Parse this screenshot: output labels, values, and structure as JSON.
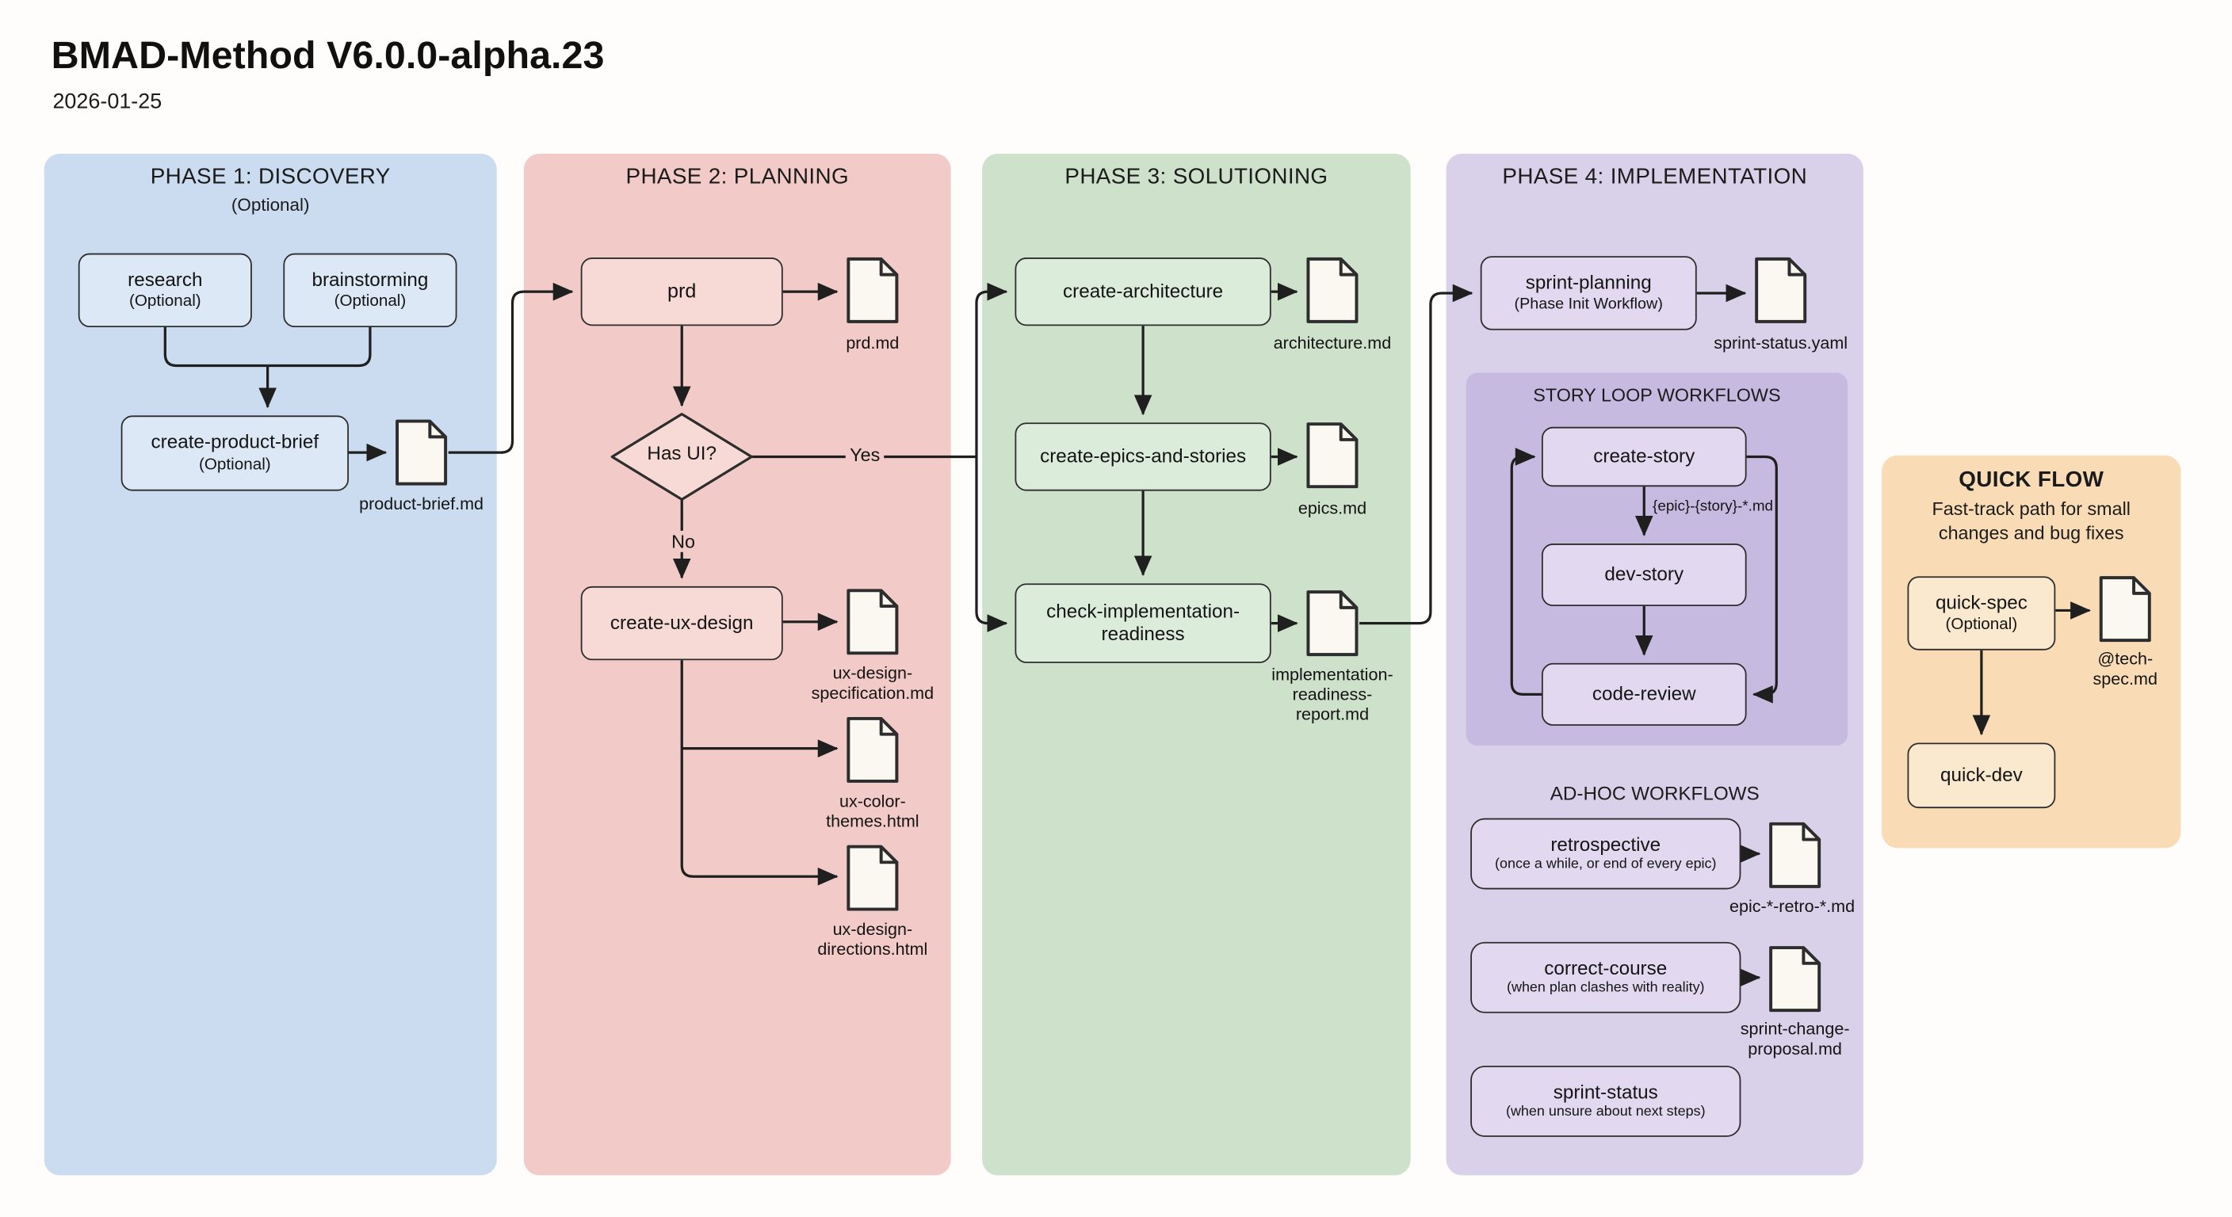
{
  "header": {
    "title": "BMAD-Method V6.0.0-alpha.23",
    "date": "2026-01-25"
  },
  "phase1": {
    "title": "PHASE 1: DISCOVERY",
    "subtitle": "(Optional)",
    "research": {
      "label": "research",
      "sublabel": "(Optional)"
    },
    "brainstorming": {
      "label": "brainstorming",
      "sublabel": "(Optional)"
    },
    "create_product_brief": {
      "label": "create-product-brief",
      "sublabel": "(Optional)"
    },
    "doc_product_brief": "product-brief.md"
  },
  "phase2": {
    "title": "PHASE 2: PLANNING",
    "prd": "prd",
    "doc_prd": "prd.md",
    "has_ui": "Has UI?",
    "yes": "Yes",
    "no": "No",
    "create_ux_design": "create-ux-design",
    "doc_ux_spec": "ux-design-specification.md",
    "doc_ux_color": "ux-color-themes.html",
    "doc_ux_directions": "ux-design-directions.html"
  },
  "phase3": {
    "title": "PHASE 3: SOLUTIONING",
    "create_architecture": "create-architecture",
    "doc_architecture": "architecture.md",
    "create_epics_and_stories": "create-epics-and-stories",
    "doc_epics": "epics.md",
    "check_implementation_readiness": "check-implementation-readiness",
    "doc_impl_readiness": "implementation-readiness-report.md"
  },
  "phase4": {
    "title": "PHASE 4: IMPLEMENTATION",
    "sprint_planning": {
      "label": "sprint-planning",
      "sublabel": "(Phase Init Workflow)"
    },
    "doc_sprint_status": "sprint-status.yaml",
    "story_loop": {
      "title": "STORY LOOP WORKFLOWS",
      "create_story": "create-story",
      "edge_label": "{epic}-{story}-*.md",
      "dev_story": "dev-story",
      "code_review": "code-review"
    },
    "adhoc": {
      "title": "AD-HOC WORKFLOWS",
      "retrospective": {
        "label": "retrospective",
        "sublabel": "(once a while, or end of every epic)"
      },
      "doc_retro": "epic-*-retro-*.md",
      "correct_course": {
        "label": "correct-course",
        "sublabel": "(when plan clashes with reality)"
      },
      "doc_correct_course": "sprint-change-proposal.md",
      "sprint_status": {
        "label": "sprint-status",
        "sublabel": "(when unsure about next steps)"
      }
    }
  },
  "quick_flow": {
    "title": "QUICK FLOW",
    "subtitle": "Fast-track path for small changes and bug fixes",
    "quick_spec": {
      "label": "quick-spec",
      "sublabel": "(Optional)"
    },
    "doc_tech_spec": "@tech-spec.md",
    "quick_dev": "quick-dev"
  },
  "colors": {
    "phase1_bg": "#cbdcf1",
    "phase2_bg": "#f2cac7",
    "phase3_bg": "#cde1cb",
    "phase4_bg": "#d9d0e9",
    "story_loop_bg": "#c7bae1",
    "quick_flow_bg": "#f9dcb6",
    "line": "#1f1f1f"
  }
}
